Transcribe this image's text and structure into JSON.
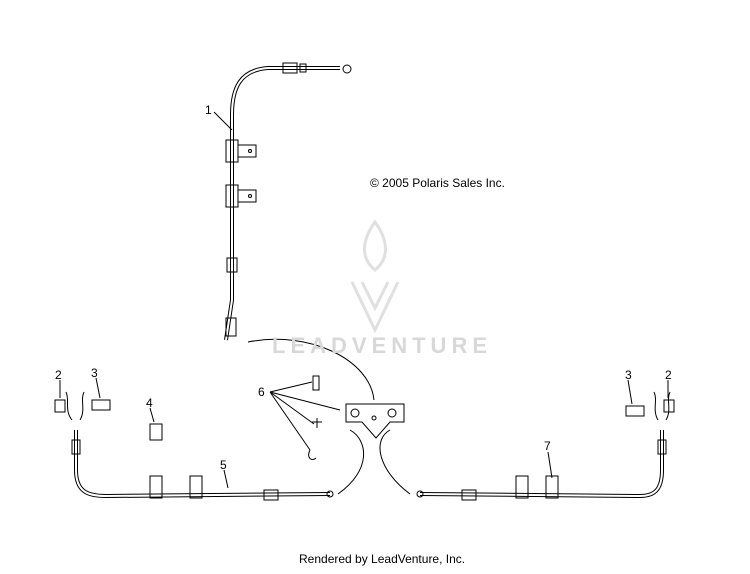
{
  "copyright": "© 2005 Polaris Sales Inc.",
  "footer": "Rendered by LeadVenture, Inc.",
  "watermark": {
    "text": "LEADVENTURE",
    "icon": "leadventure-flame-logo-icon"
  },
  "callouts": [
    "1",
    "2",
    "3",
    "4",
    "5",
    "6",
    "3",
    "2",
    "7"
  ],
  "colors": {
    "line": "#000000",
    "watermark": "#d8d8d8",
    "background": "#ffffff"
  }
}
